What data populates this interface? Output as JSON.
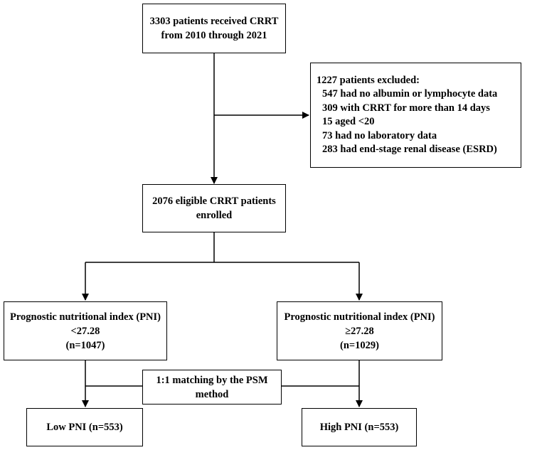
{
  "flowchart": {
    "start": {
      "lines": [
        "3303 patients received CRRT",
        "from 2010 through 2021"
      ]
    },
    "exclusion": {
      "heading": "1227 patients excluded:",
      "items": [
        "547 had no albumin or lymphocyte data",
        "309 with CRRT for more than 14 days",
        "15 aged <20",
        "73 had no laboratory data",
        "283 had end-stage renal disease (ESRD)"
      ]
    },
    "eligible": {
      "lines": [
        "2076 eligible  CRRT patients",
        "enrolled"
      ]
    },
    "low_group": {
      "lines": [
        "Prognostic nutritional index (PNI)",
        "<27.28",
        "(n=1047)"
      ]
    },
    "high_group": {
      "lines": [
        "Prognostic nutritional index (PNI)",
        "≥27.28",
        "(n=1029)"
      ]
    },
    "matching": {
      "lines": [
        "1:1 matching by the PSM",
        "method"
      ]
    },
    "low_matched": {
      "lines": [
        "Low PNI (n=553)"
      ]
    },
    "high_matched": {
      "lines": [
        "High PNI (n=553)"
      ]
    }
  }
}
